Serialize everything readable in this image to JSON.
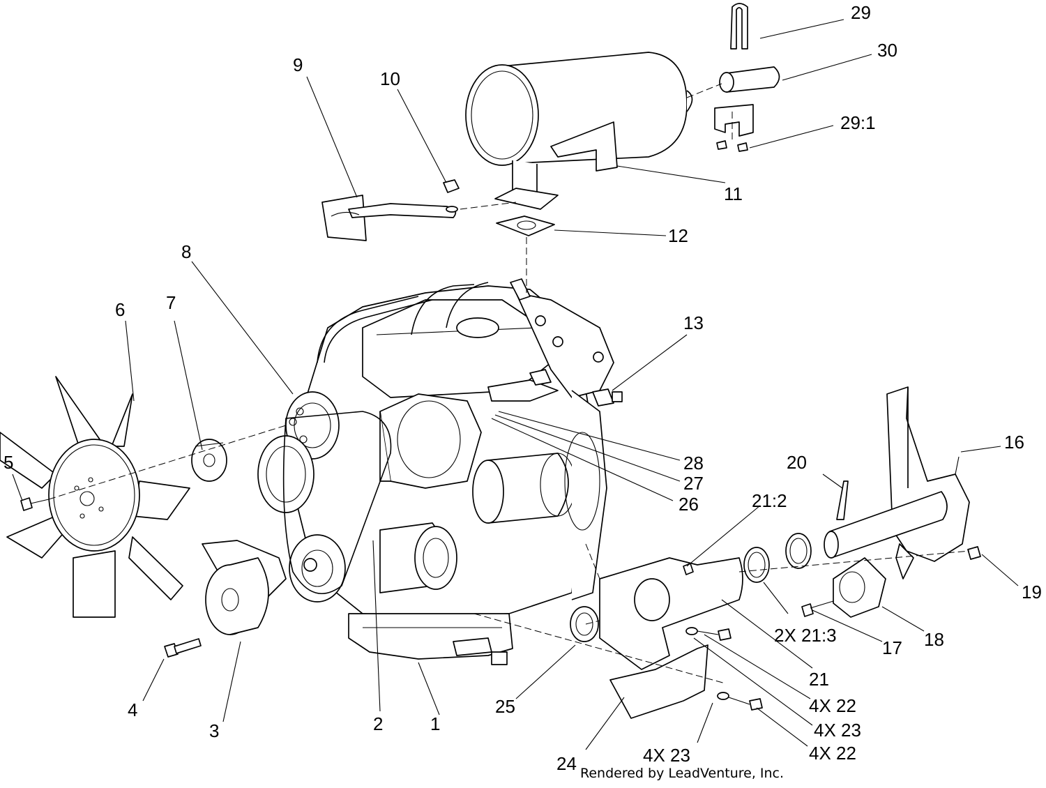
{
  "credit": "Rendered by LeadVenture, Inc.",
  "callouts": {
    "c1": "1",
    "c2": "2",
    "c3": "3",
    "c4": "4",
    "c5": "5",
    "c6": "6",
    "c7": "7",
    "c8": "8",
    "c9": "9",
    "c10": "10",
    "c11": "11",
    "c12": "12",
    "c13": "13",
    "c16": "16",
    "c17": "17",
    "c18": "18",
    "c19": "19",
    "c20": "20",
    "c21": "21",
    "c21_2": "21:2",
    "c21_3": "2X 21:3",
    "c22a": "4X 22",
    "c22b": "4X 22",
    "c23a": "4X 23",
    "c23b": "4X 23",
    "c24": "24",
    "c25": "25",
    "c26": "26",
    "c27": "27",
    "c28": "28",
    "c29": "29",
    "c29_1": "29:1",
    "c30": "30"
  }
}
